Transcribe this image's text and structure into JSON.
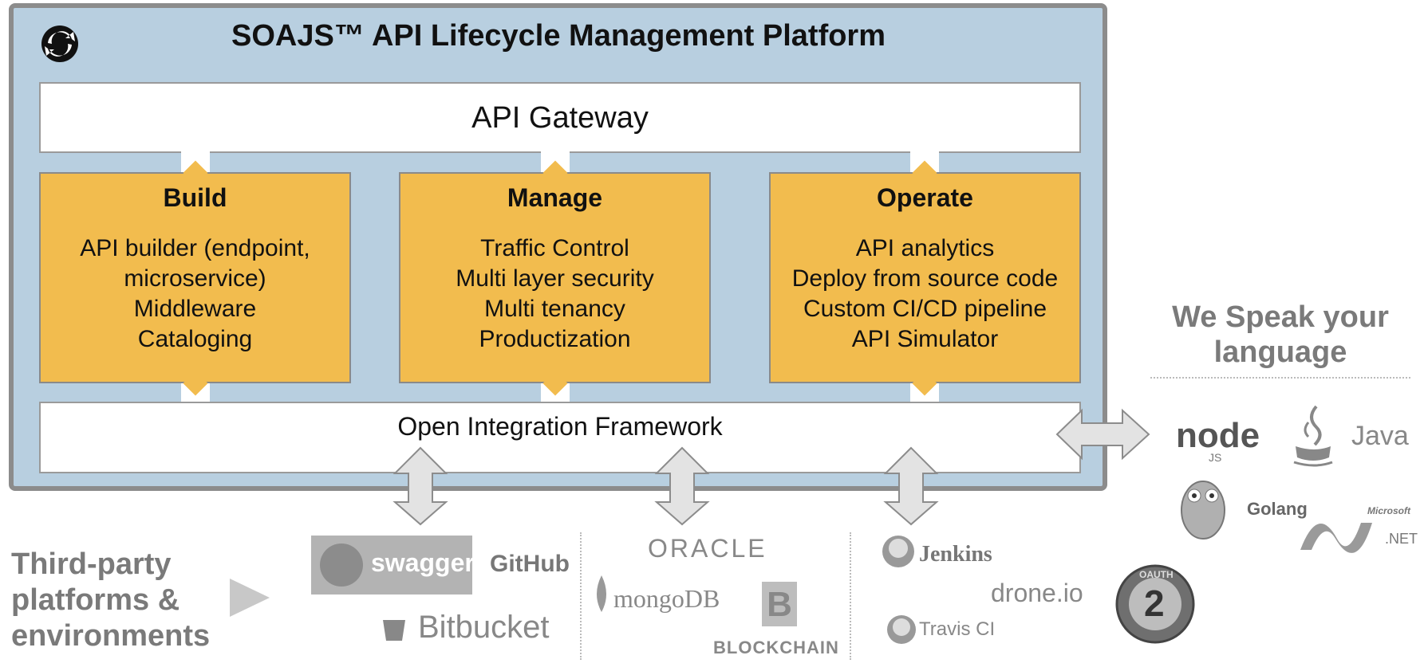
{
  "title": "SOAJS™ API Lifecycle Management Platform",
  "gateway": "API Gateway",
  "framework": "Open Integration Framework",
  "pillars": [
    {
      "name": "Build",
      "lines": [
        "API builder (endpoint,",
        "microservice)",
        "Middleware",
        "Cataloging"
      ]
    },
    {
      "name": "Manage",
      "lines": [
        "Traffic Control",
        "Multi layer security",
        "Multi tenancy",
        "Productization"
      ]
    },
    {
      "name": "Operate",
      "lines": [
        "API analytics",
        "Deploy from source code",
        "Custom CI/CD pipeline",
        "API Simulator"
      ]
    }
  ],
  "languages": {
    "title_line1": "We Speak your",
    "title_line2": "language",
    "items": [
      "node",
      "JS",
      "Java",
      "Golang",
      "Microsoft",
      ".NET"
    ]
  },
  "third_party": {
    "label_lines": [
      "Third-party",
      "platforms &",
      "environments"
    ],
    "source": [
      "swagger",
      "GitHub",
      "Bitbucket"
    ],
    "data": [
      "ORACLE",
      "mongoDB",
      "BLOCKCHAIN"
    ],
    "ci": [
      "Jenkins",
      "drone.io",
      "Travis CI",
      "OAUTH",
      "2"
    ]
  },
  "colors": {
    "platform_bg": "#b8cfe0",
    "pillar": "#f2bc4e",
    "border": "#8c8c8c",
    "muted_text": "#7a7a7a"
  }
}
